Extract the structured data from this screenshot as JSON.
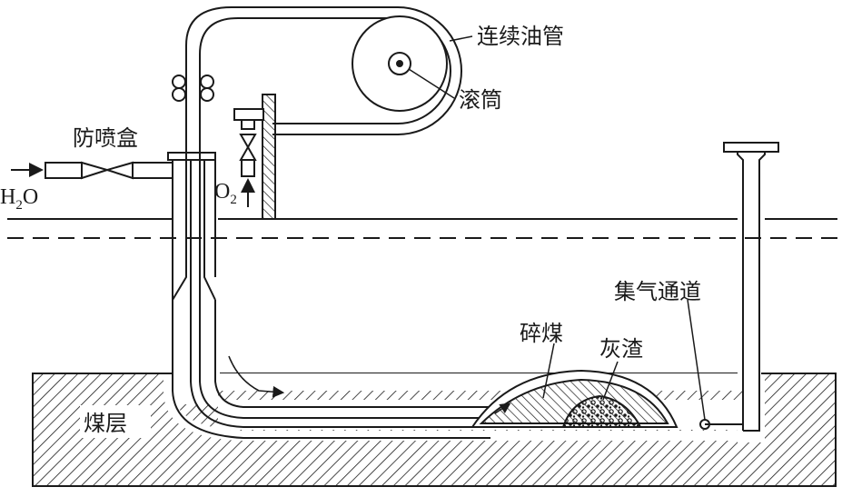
{
  "labels": {
    "coiled_tubing": "连续油管",
    "drum": "滚筒",
    "bop": "防喷盒",
    "h2o": "H",
    "h2o_sub": "2",
    "h2o_tail": "O",
    "o2": "O",
    "o2_sub": "2",
    "gas_channel": "集气通道",
    "crushed_coal": "碎煤",
    "ash": "灰渣",
    "coal_seam": "煤层"
  },
  "colors": {
    "stroke": "#1a1a1a",
    "background": "#ffffff",
    "hatch": "#1a1a1a"
  }
}
